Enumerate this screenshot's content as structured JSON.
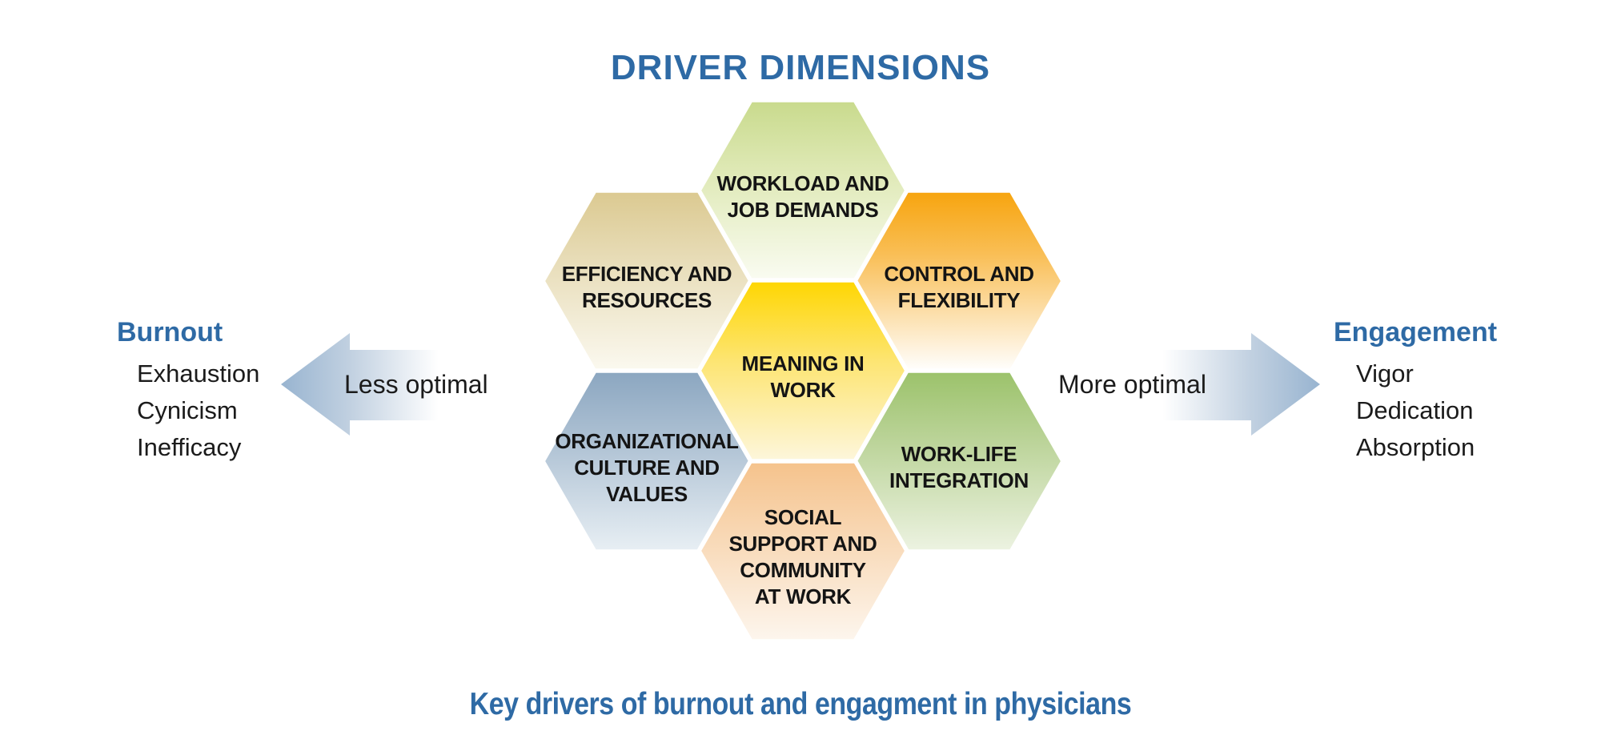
{
  "title": "DRIVER DIMENSIONS",
  "caption": "Key drivers of burnout and engagment in physicians",
  "colors": {
    "heading_blue": "#2E6AA5",
    "hex_text": "#141414",
    "arrow_blue": "#98B4D0",
    "arrow_mid": "#C2D1E1",
    "arrow_fade": "#FFFFFF"
  },
  "hexagons": [
    {
      "id": "workload-and-job-demands",
      "lines": [
        "WORKLOAD AND",
        "JOB DEMANDS"
      ],
      "color_top": "#C8DA8C",
      "color_mid": "#DFE9B6",
      "color_bottom": "#FAFCF2"
    },
    {
      "id": "efficiency-and-resources",
      "lines": [
        "EFFICIENCY AND",
        "RESOURCES"
      ],
      "color_top": "#DBC990",
      "color_mid": "#E8DDB9",
      "color_bottom": "#FBF9F0"
    },
    {
      "id": "control-and-flexibility",
      "lines": [
        "CONTROL AND",
        "FLEXIBILITY"
      ],
      "color_top": "#F7A40D",
      "color_mid": "#F9BE55",
      "color_bottom": "#FFFFFF"
    },
    {
      "id": "meaning-in-work",
      "lines": [
        "MEANING IN",
        "WORK"
      ],
      "color_top": "#FED600",
      "color_mid": "#FDE573",
      "color_bottom": "#FDF6DC"
    },
    {
      "id": "organizational-culture-and-values",
      "lines": [
        "ORGANIZATIONAL",
        "CULTURE AND",
        "VALUES"
      ],
      "color_top": "#8BA6C0",
      "color_mid": "#AFC2D4",
      "color_bottom": "#E8EFF4"
    },
    {
      "id": "work-life-integration",
      "lines": [
        "WORK-LIFE",
        "INTEGRATION"
      ],
      "color_top": "#9BC26A",
      "color_mid": "#BCD49A",
      "color_bottom": "#EDF3E2"
    },
    {
      "id": "social-support-and-community-at-work",
      "lines": [
        "SOCIAL",
        "SUPPORT AND",
        "COMMUNITY",
        "AT WORK"
      ],
      "color_top": "#F5C28B",
      "color_mid": "#F8D7B3",
      "color_bottom": "#FDF6EE"
    }
  ],
  "left_panel": {
    "heading": "Burnout",
    "items": [
      "Exhaustion",
      "Cynicism",
      "Inefficacy"
    ]
  },
  "right_panel": {
    "heading": "Engagement",
    "items": [
      "Vigor",
      "Dedication",
      "Absorption"
    ]
  },
  "arrows": {
    "left": {
      "label": "Less optimal",
      "direction": "left"
    },
    "right": {
      "label": "More optimal",
      "direction": "right"
    }
  }
}
